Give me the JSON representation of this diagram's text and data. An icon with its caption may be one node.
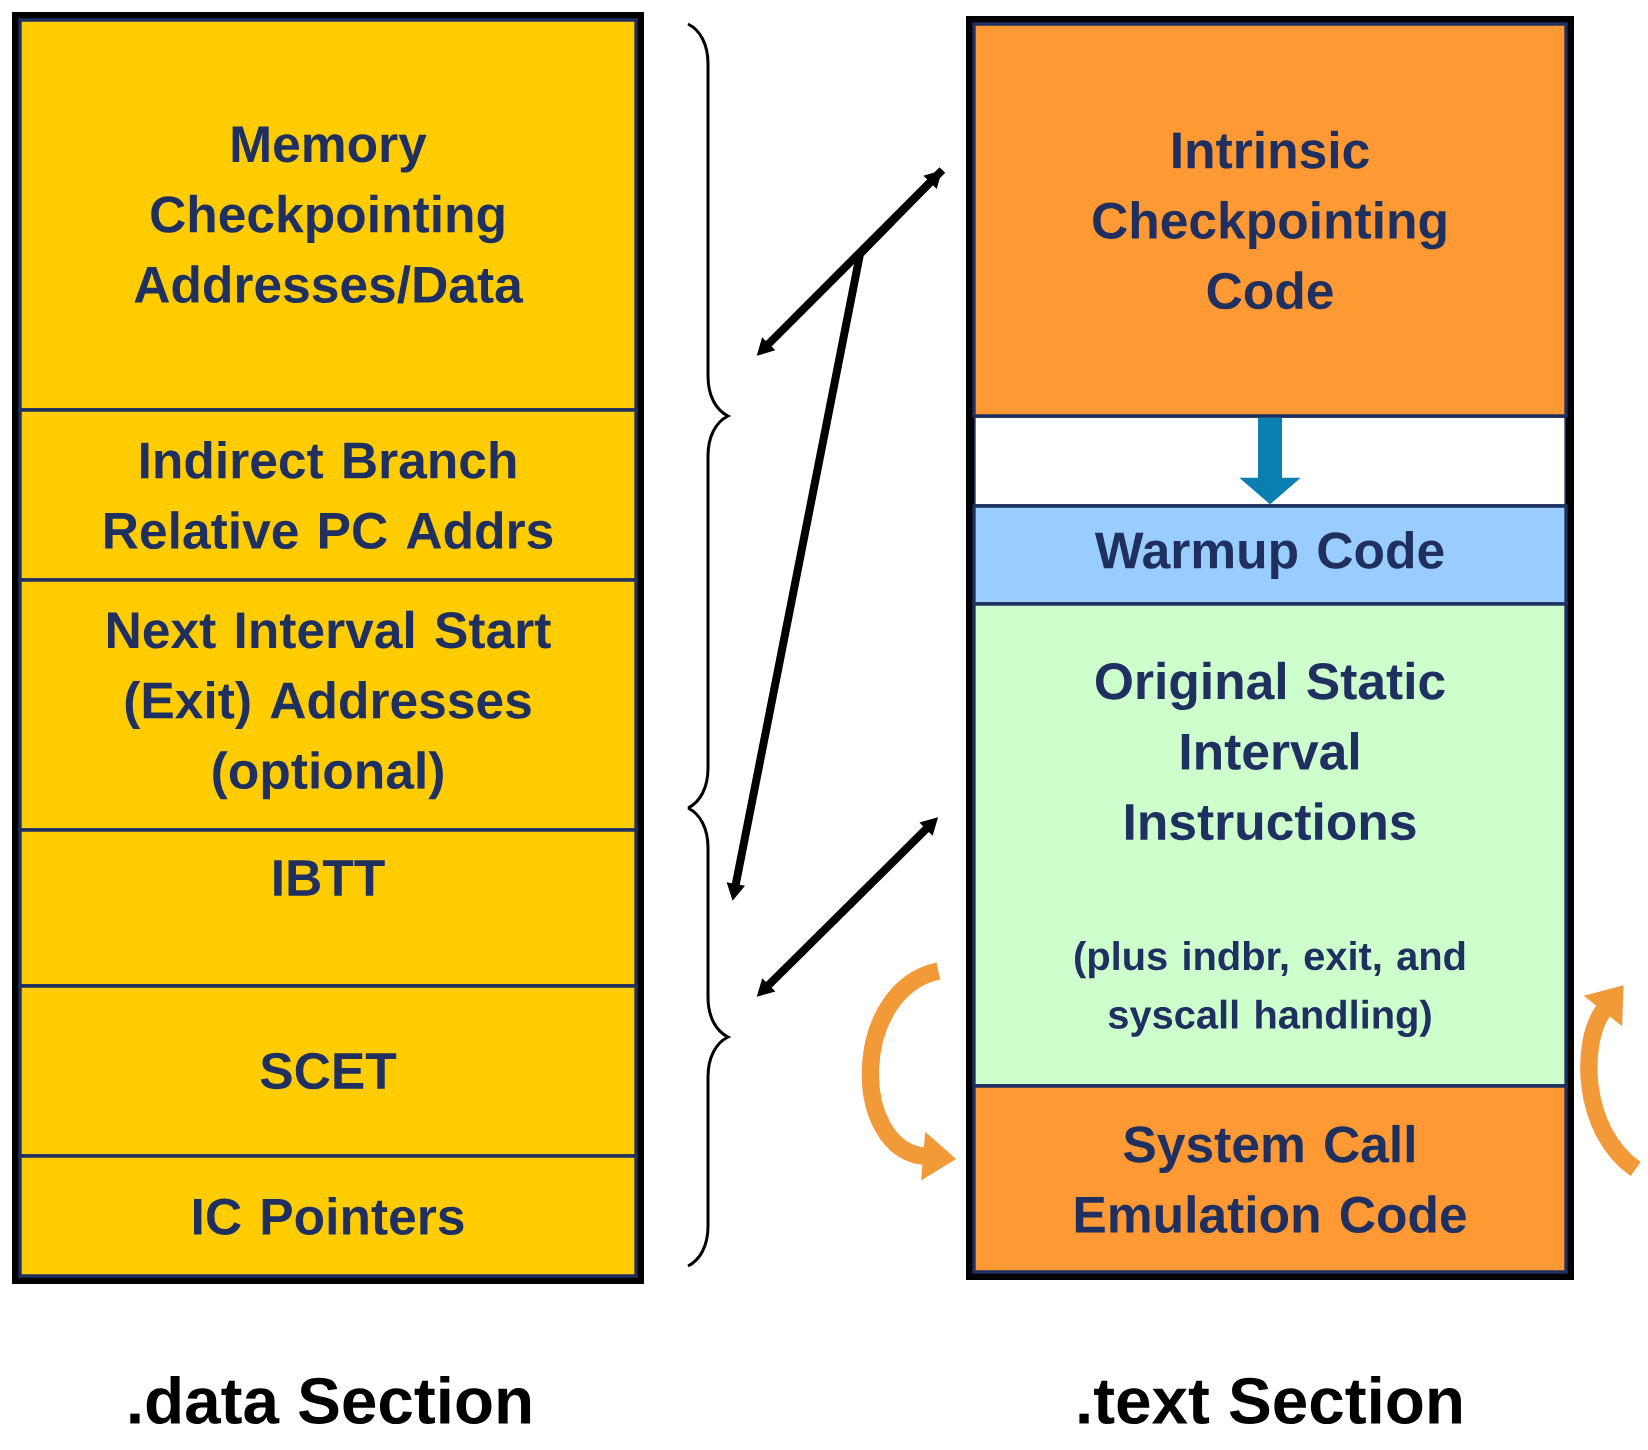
{
  "diagram": {
    "nodes": [
      {
        "text": [
          ".data Section"
        ]
      },
      {
        "text": [
          "Memory Checkpointing Addresses/Data"
        ],
        "in": 0
      },
      {
        "text": [
          "Indirect Branch Relative PC Addrs"
        ],
        "in": 0
      },
      {
        "text": [
          "Next Interval Start (Exit) Addresses (optional)"
        ],
        "in": 0
      },
      {
        "text": [
          "IBTT"
        ],
        "in": 0
      },
      {
        "text": [
          "SCET"
        ],
        "in": 0
      },
      {
        "text": [
          "IC Pointers"
        ],
        "in": 0
      },
      {
        "text": [
          ".text Section"
        ]
      },
      {
        "text": [
          "Intrinsic Checkpointing Code"
        ],
        "in": 7
      },
      {
        "text": [
          "Warmup Code"
        ],
        "in": 7
      },
      {
        "text": [
          "Original Static Interval Instructions",
          "(plus indbr, exit, and syscall handling)"
        ],
        "in": 7
      },
      {
        "text": [
          "System Call Emulation Code"
        ],
        "in": 7
      },
      {
        "text": [],
        "shape": "brace"
      },
      {
        "text": [],
        "shape": "brace"
      }
    ],
    "edges": [
      {
        "from": 12,
        "to": 8,
        "arrow": "both"
      },
      {
        "from": 8,
        "to": 13,
        "arrow": "to"
      },
      {
        "from": 13,
        "to": 10,
        "arrow": "both"
      },
      {
        "from": 8,
        "to": 9,
        "arrow": "to",
        "style": "thick",
        "color": "#0a7fb0"
      },
      {
        "from": 10,
        "to": 11,
        "arrow": "to",
        "style": "thick",
        "color": "#f29a38"
      },
      {
        "from": 11,
        "to": 10,
        "arrow": "to",
        "style": "thick",
        "color": "#f29a38"
      }
    ]
  }
}
